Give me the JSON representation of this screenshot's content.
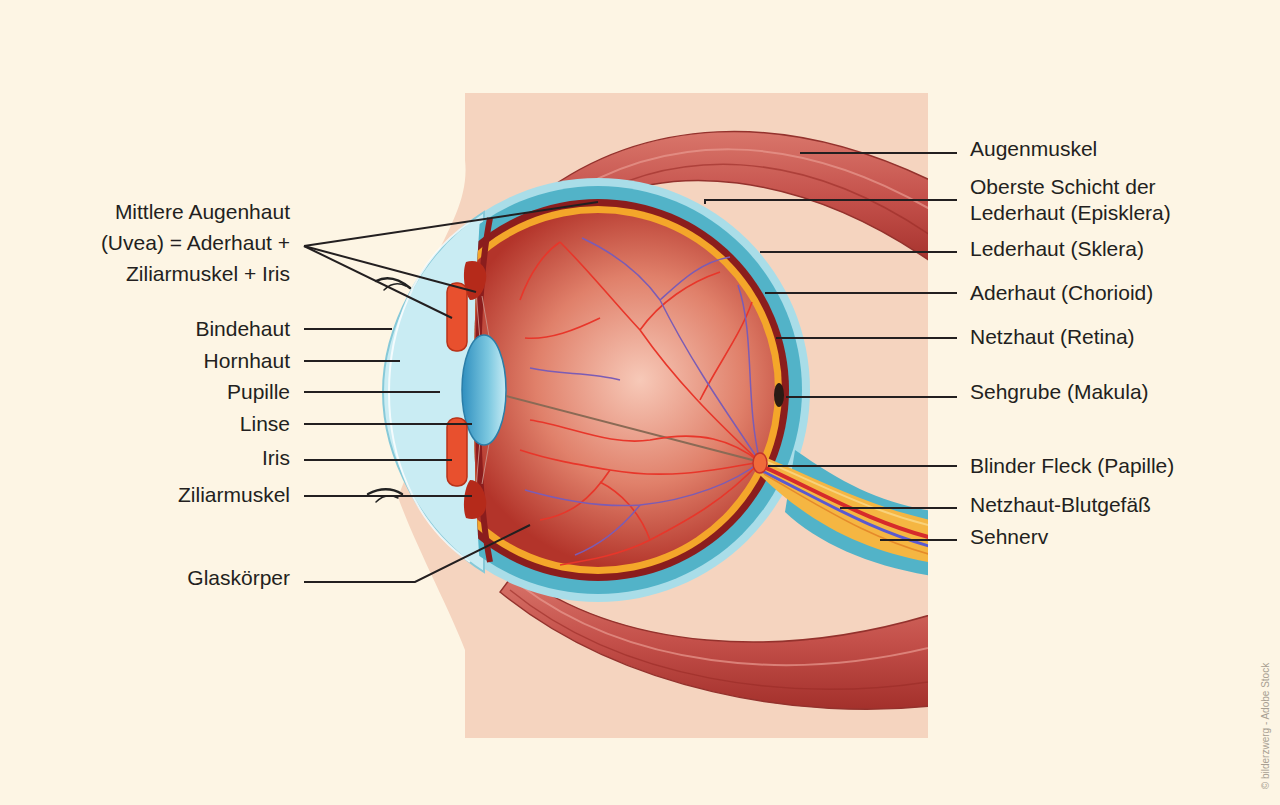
{
  "diagram": {
    "labels": [
      "Mittlere Augenhaut (Uvea) = Aderhaut + Ziliarmuskel + Iris",
      "Bindehaut",
      "Hornhaut",
      "Pupille",
      "Linse",
      "Iris",
      "Ziliarmuskel",
      "Glaskörper",
      "Augenmuskel",
      "Oberste Schicht der Lederhaut (Episklera)",
      "Lederhaut (Sklera)",
      "Aderhaut (Chorioid)",
      "Netzhaut (Retina)",
      "Sehgrube (Makula)",
      "Blinder Fleck (Papille)",
      "Netzhaut-Blutgefäß",
      "Sehnerv",
      "© bilderzwerg - Adobe Stock"
    ]
  }
}
